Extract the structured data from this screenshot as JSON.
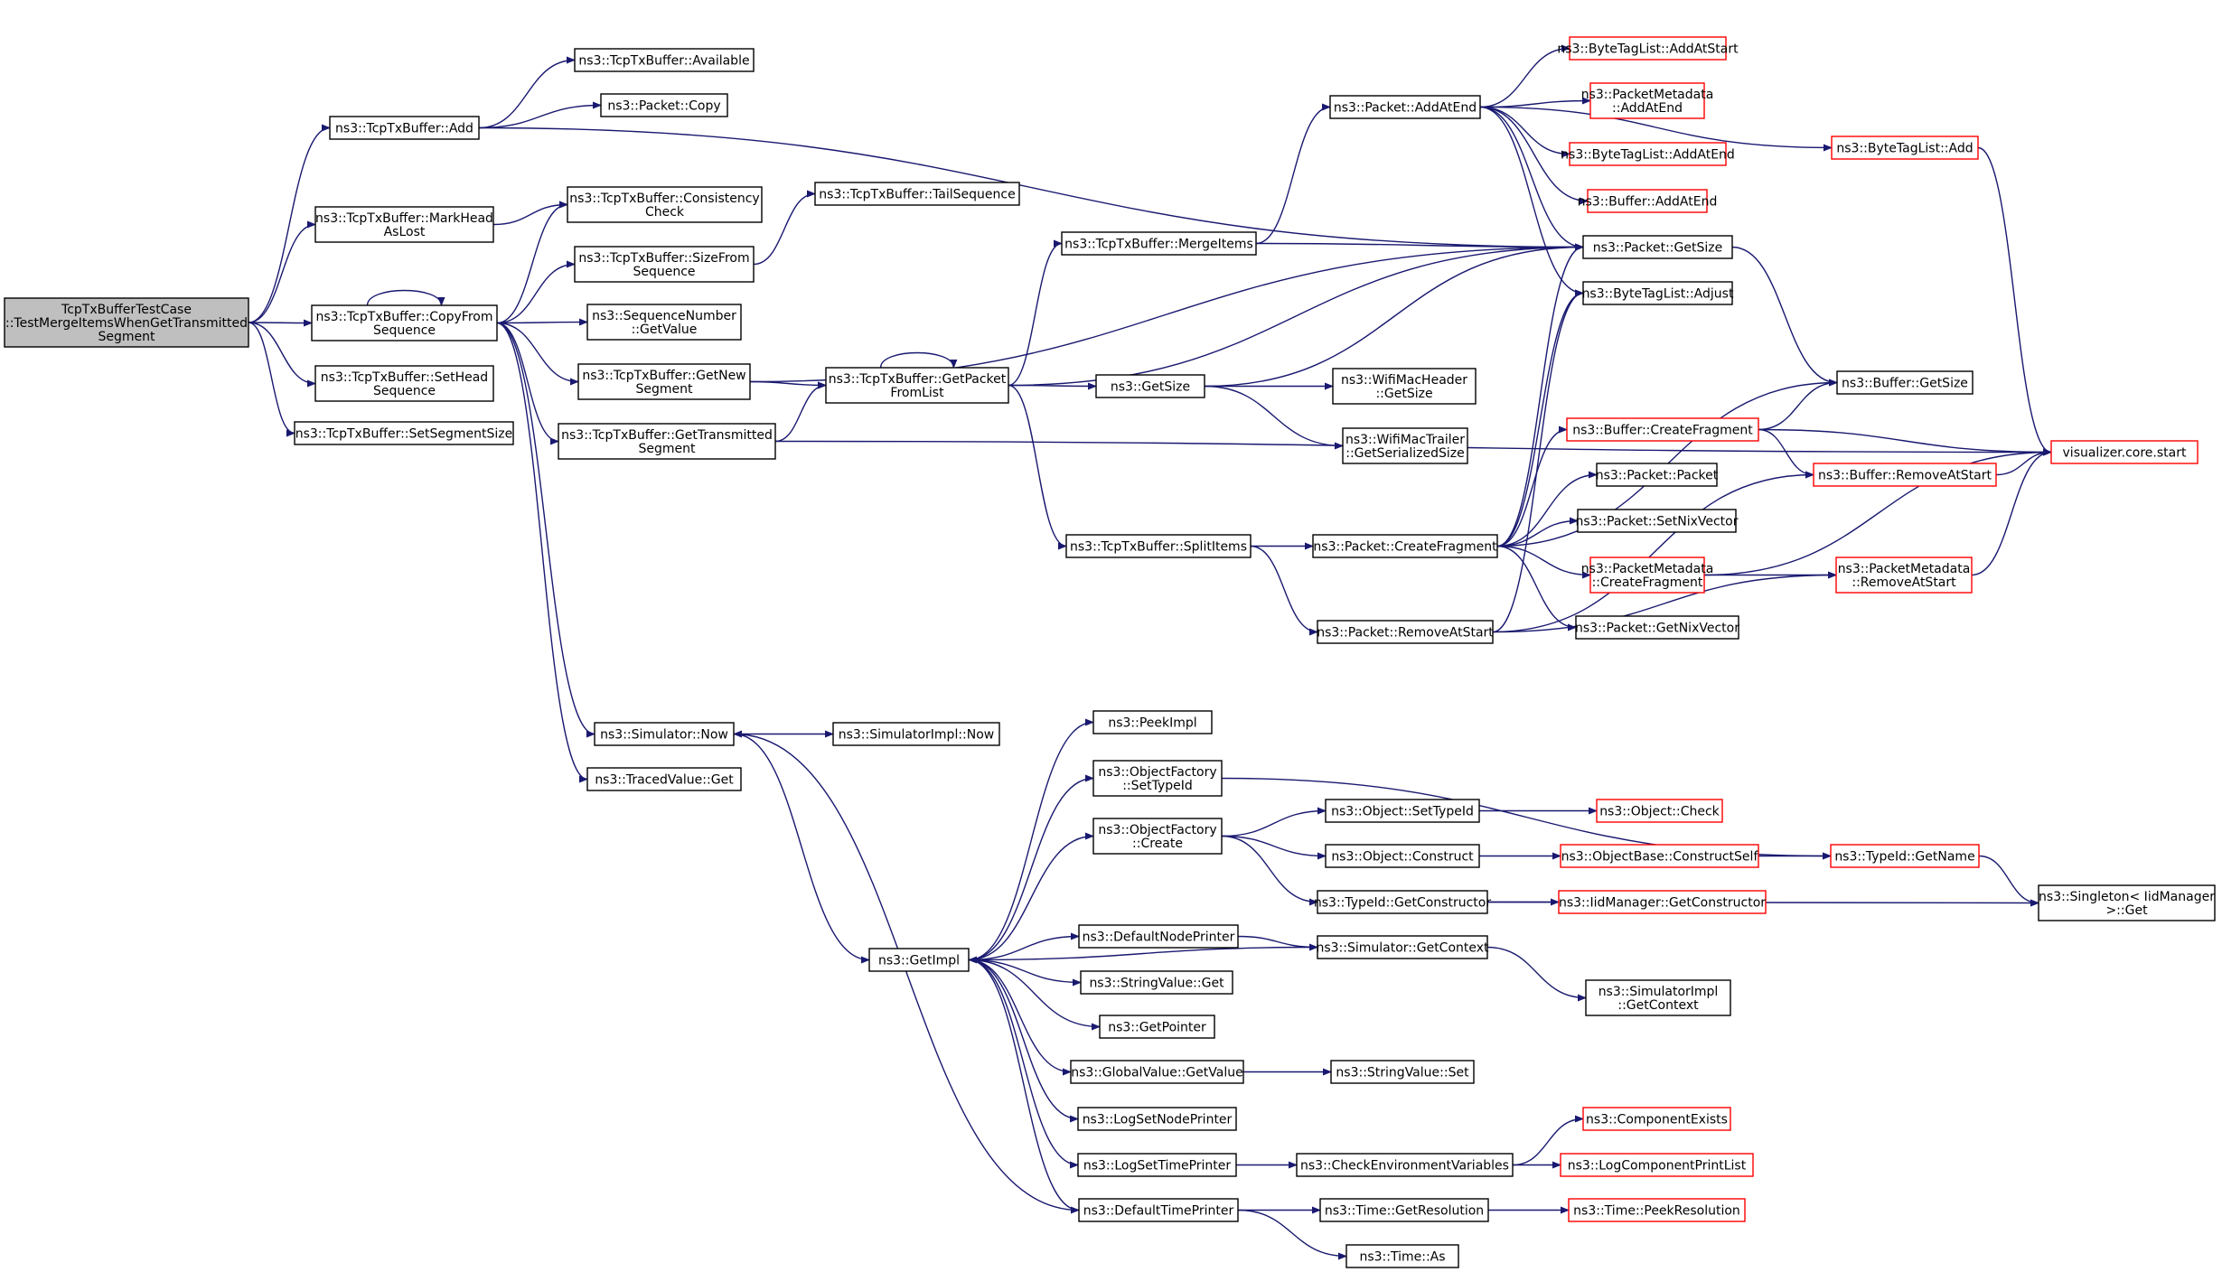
{
  "diagram": {
    "type": "call-graph",
    "colors": {
      "edge": "#191970",
      "truncated_border": "#ff0000",
      "root_fill": "#bfbfbf",
      "node_border": "#000000"
    },
    "nodes": [
      {
        "id": "root",
        "lines": [
          "TcpTxBufferTestCase",
          "::TestMergeItemsWhenGetTransmitted",
          "Segment"
        ],
        "style": "root"
      },
      {
        "id": "add",
        "lines": [
          "ns3::TcpTxBuffer::Add"
        ]
      },
      {
        "id": "markhead",
        "lines": [
          "ns3::TcpTxBuffer::MarkHead",
          "AsLost"
        ]
      },
      {
        "id": "copyfrom",
        "lines": [
          "ns3::TcpTxBuffer::CopyFrom",
          "Sequence"
        ]
      },
      {
        "id": "sethead",
        "lines": [
          "ns3::TcpTxBuffer::SetHead",
          "Sequence"
        ]
      },
      {
        "id": "setsegsize",
        "lines": [
          "ns3::TcpTxBuffer::SetSegmentSize"
        ]
      },
      {
        "id": "available",
        "lines": [
          "ns3::TcpTxBuffer::Available"
        ]
      },
      {
        "id": "pktcopy",
        "lines": [
          "ns3::Packet::Copy"
        ]
      },
      {
        "id": "consistency",
        "lines": [
          "ns3::TcpTxBuffer::Consistency",
          "Check"
        ]
      },
      {
        "id": "sizefrom",
        "lines": [
          "ns3::TcpTxBuffer::SizeFrom",
          "Sequence"
        ]
      },
      {
        "id": "seqget",
        "lines": [
          "ns3::SequenceNumber",
          "::GetValue"
        ]
      },
      {
        "id": "getnew",
        "lines": [
          "ns3::TcpTxBuffer::GetNew",
          "Segment"
        ]
      },
      {
        "id": "gettrans",
        "lines": [
          "ns3::TcpTxBuffer::GetTransmitted",
          "Segment"
        ]
      },
      {
        "id": "simnow",
        "lines": [
          "ns3::Simulator::Now"
        ]
      },
      {
        "id": "tracedget",
        "lines": [
          "ns3::TracedValue::Get"
        ]
      },
      {
        "id": "tailseq",
        "lines": [
          "ns3::TcpTxBuffer::TailSequence"
        ]
      },
      {
        "id": "getpacket",
        "lines": [
          "ns3::TcpTxBuffer::GetPacket",
          "FromList"
        ]
      },
      {
        "id": "mergeitems",
        "lines": [
          "ns3::TcpTxBuffer::MergeItems"
        ]
      },
      {
        "id": "getsize",
        "lines": [
          "ns3::GetSize"
        ]
      },
      {
        "id": "splititems",
        "lines": [
          "ns3::TcpTxBuffer::SplitItems"
        ]
      },
      {
        "id": "simimplnow",
        "lines": [
          "ns3::SimulatorImpl::Now"
        ]
      },
      {
        "id": "getimpl",
        "lines": [
          "ns3::GetImpl"
        ]
      },
      {
        "id": "pktaddatend",
        "lines": [
          "ns3::Packet::AddAtEnd"
        ]
      },
      {
        "id": "wifimacheader",
        "lines": [
          "ns3::WifiMacHeader",
          "::GetSize"
        ]
      },
      {
        "id": "wifimactrailer",
        "lines": [
          "ns3::WifiMacTrailer",
          "::GetSerializedSize"
        ]
      },
      {
        "id": "pktcreatefrag",
        "lines": [
          "ns3::Packet::CreateFragment"
        ]
      },
      {
        "id": "pktremoveatstart",
        "lines": [
          "ns3::Packet::RemoveAtStart"
        ]
      },
      {
        "id": "btlaatstart",
        "lines": [
          "ns3::ByteTagList::AddAtStart"
        ],
        "style": "red"
      },
      {
        "id": "pmaddatend",
        "lines": [
          "ns3::PacketMetadata",
          "::AddAtEnd"
        ],
        "style": "red"
      },
      {
        "id": "btladdatend",
        "lines": [
          "ns3::ByteTagList::AddAtEnd"
        ],
        "style": "red"
      },
      {
        "id": "bufaddatend",
        "lines": [
          "ns3::Buffer::AddAtEnd"
        ],
        "style": "red"
      },
      {
        "id": "pktgetsize",
        "lines": [
          "ns3::Packet::GetSize"
        ]
      },
      {
        "id": "btladjust",
        "lines": [
          "ns3::ByteTagList::Adjust"
        ]
      },
      {
        "id": "bufcreatefrag",
        "lines": [
          "ns3::Buffer::CreateFragment"
        ],
        "style": "red"
      },
      {
        "id": "pktpacket",
        "lines": [
          "ns3::Packet::Packet"
        ]
      },
      {
        "id": "pktsetnix",
        "lines": [
          "ns3::Packet::SetNixVector"
        ]
      },
      {
        "id": "pmcreatefrag",
        "lines": [
          "ns3::PacketMetadata",
          "::CreateFragment"
        ],
        "style": "red"
      },
      {
        "id": "pktgetnix",
        "lines": [
          "ns3::Packet::GetNixVector"
        ]
      },
      {
        "id": "btladd",
        "lines": [
          "ns3::ByteTagList::Add"
        ],
        "style": "red"
      },
      {
        "id": "bufgetsize",
        "lines": [
          "ns3::Buffer::GetSize"
        ]
      },
      {
        "id": "bufremoveatstart",
        "lines": [
          "ns3::Buffer::RemoveAtStart"
        ],
        "style": "red"
      },
      {
        "id": "pmremoveatstart",
        "lines": [
          "ns3::PacketMetadata",
          "::RemoveAtStart"
        ],
        "style": "red"
      },
      {
        "id": "vizstart",
        "lines": [
          "visualizer.core.start"
        ],
        "style": "red"
      },
      {
        "id": "peekimpl",
        "lines": [
          "ns3::PeekImpl"
        ]
      },
      {
        "id": "ofsettypeid",
        "lines": [
          "ns3::ObjectFactory",
          "::SetTypeId"
        ]
      },
      {
        "id": "ofcreate",
        "lines": [
          "ns3::ObjectFactory",
          "::Create"
        ]
      },
      {
        "id": "defnodeprinter",
        "lines": [
          "ns3::DefaultNodePrinter"
        ]
      },
      {
        "id": "strvalget",
        "lines": [
          "ns3::StringValue::Get"
        ]
      },
      {
        "id": "getpointer",
        "lines": [
          "ns3::GetPointer"
        ]
      },
      {
        "id": "gvgetvalue",
        "lines": [
          "ns3::GlobalValue::GetValue"
        ]
      },
      {
        "id": "logsetnode",
        "lines": [
          "ns3::LogSetNodePrinter"
        ]
      },
      {
        "id": "logsettime",
        "lines": [
          "ns3::LogSetTimePrinter"
        ]
      },
      {
        "id": "deftimeprinter",
        "lines": [
          "ns3::DefaultTimePrinter"
        ]
      },
      {
        "id": "objsettypeid",
        "lines": [
          "ns3::Object::SetTypeId"
        ]
      },
      {
        "id": "objconstruct",
        "lines": [
          "ns3::Object::Construct"
        ]
      },
      {
        "id": "typeidgetctor",
        "lines": [
          "ns3::TypeId::GetConstructor"
        ]
      },
      {
        "id": "simgetcontext",
        "lines": [
          "ns3::Simulator::GetContext"
        ]
      },
      {
        "id": "strvalset",
        "lines": [
          "ns3::StringValue::Set"
        ]
      },
      {
        "id": "checkenv",
        "lines": [
          "ns3::CheckEnvironmentVariables"
        ]
      },
      {
        "id": "timegetres",
        "lines": [
          "ns3::Time::GetResolution"
        ]
      },
      {
        "id": "timeas",
        "lines": [
          "ns3::Time::As"
        ]
      },
      {
        "id": "objcheck",
        "lines": [
          "ns3::Object::Check"
        ],
        "style": "red"
      },
      {
        "id": "objbasecs",
        "lines": [
          "ns3::ObjectBase::ConstructSelf"
        ],
        "style": "red"
      },
      {
        "id": "iidgetctor",
        "lines": [
          "ns3::IidManager::GetConstructor"
        ],
        "style": "red"
      },
      {
        "id": "simimplgetctx",
        "lines": [
          "ns3::SimulatorImpl",
          "::GetContext"
        ]
      },
      {
        "id": "compexists",
        "lines": [
          "ns3::ComponentExists"
        ],
        "style": "red"
      },
      {
        "id": "logcompprint",
        "lines": [
          "ns3::LogComponentPrintList"
        ],
        "style": "red"
      },
      {
        "id": "timepeekres",
        "lines": [
          "ns3::Time::PeekResolution"
        ],
        "style": "red"
      },
      {
        "id": "typeidgetname",
        "lines": [
          "ns3::TypeId::GetName"
        ],
        "style": "red"
      },
      {
        "id": "singletonget",
        "lines": [
          "ns3::Singleton< IidManager",
          ">::Get"
        ]
      }
    ],
    "edges": [
      [
        "root",
        "add"
      ],
      [
        "root",
        "markhead"
      ],
      [
        "root",
        "copyfrom"
      ],
      [
        "root",
        "sethead"
      ],
      [
        "root",
        "setsegsize"
      ],
      [
        "add",
        "available"
      ],
      [
        "add",
        "pktcopy"
      ],
      [
        "add",
        "pktgetsize"
      ],
      [
        "markhead",
        "consistency"
      ],
      [
        "copyfrom",
        "copyfrom"
      ],
      [
        "copyfrom",
        "consistency"
      ],
      [
        "copyfrom",
        "sizefrom"
      ],
      [
        "copyfrom",
        "seqget"
      ],
      [
        "copyfrom",
        "getnew"
      ],
      [
        "copyfrom",
        "gettrans"
      ],
      [
        "copyfrom",
        "simnow"
      ],
      [
        "copyfrom",
        "tracedget"
      ],
      [
        "sizefrom",
        "tailseq"
      ],
      [
        "getnew",
        "getpacket"
      ],
      [
        "getnew",
        "pktgetsize"
      ],
      [
        "gettrans",
        "getpacket"
      ],
      [
        "gettrans",
        "vizstart"
      ],
      [
        "getpacket",
        "getpacket"
      ],
      [
        "getpacket",
        "mergeitems"
      ],
      [
        "getpacket",
        "getsize"
      ],
      [
        "getpacket",
        "splititems"
      ],
      [
        "getpacket",
        "pktgetsize"
      ],
      [
        "mergeitems",
        "pktaddatend"
      ],
      [
        "mergeitems",
        "pktgetsize"
      ],
      [
        "getsize",
        "pktgetsize"
      ],
      [
        "getsize",
        "wifimacheader"
      ],
      [
        "getsize",
        "wifimactrailer"
      ],
      [
        "splititems",
        "pktcreatefrag"
      ],
      [
        "splititems",
        "pktremoveatstart"
      ],
      [
        "pktaddatend",
        "btladd"
      ],
      [
        "pktaddatend",
        "btlaatstart"
      ],
      [
        "pktaddatend",
        "pmaddatend"
      ],
      [
        "pktaddatend",
        "btladdatend"
      ],
      [
        "pktaddatend",
        "bufaddatend"
      ],
      [
        "pktaddatend",
        "pktgetsize"
      ],
      [
        "pktaddatend",
        "btladjust"
      ],
      [
        "pktgetsize",
        "bufgetsize"
      ],
      [
        "pktcreatefrag",
        "pktgetsize"
      ],
      [
        "pktcreatefrag",
        "btladjust"
      ],
      [
        "pktcreatefrag",
        "bufgetsize"
      ],
      [
        "pktcreatefrag",
        "bufcreatefrag"
      ],
      [
        "pktcreatefrag",
        "pktpacket"
      ],
      [
        "pktcreatefrag",
        "pktsetnix"
      ],
      [
        "pktcreatefrag",
        "pmcreatefrag"
      ],
      [
        "pktcreatefrag",
        "pktgetnix"
      ],
      [
        "pktremoveatstart",
        "btladjust"
      ],
      [
        "pktremoveatstart",
        "bufremoveatstart"
      ],
      [
        "pktremoveatstart",
        "pmremoveatstart"
      ],
      [
        "bufcreatefrag",
        "bufgetsize"
      ],
      [
        "bufcreatefrag",
        "bufremoveatstart"
      ],
      [
        "bufcreatefrag",
        "vizstart"
      ],
      [
        "bufremoveatstart",
        "vizstart"
      ],
      [
        "pmcreatefrag",
        "vizstart"
      ],
      [
        "pmcreatefrag",
        "pmremoveatstart"
      ],
      [
        "pmremoveatstart",
        "vizstart"
      ],
      [
        "btladd",
        "vizstart"
      ],
      [
        "simnow",
        "simimplnow"
      ],
      [
        "simnow",
        "getimpl"
      ],
      [
        "getimpl",
        "peekimpl"
      ],
      [
        "getimpl",
        "ofsettypeid"
      ],
      [
        "getimpl",
        "ofcreate"
      ],
      [
        "getimpl",
        "defnodeprinter"
      ],
      [
        "getimpl",
        "strvalget"
      ],
      [
        "getimpl",
        "getpointer"
      ],
      [
        "getimpl",
        "gvgetvalue"
      ],
      [
        "getimpl",
        "logsetnode"
      ],
      [
        "getimpl",
        "logsettime"
      ],
      [
        "getimpl",
        "deftimeprinter"
      ],
      [
        "ofsettypeid",
        "typeidgetname"
      ],
      [
        "ofcreate",
        "objsettypeid"
      ],
      [
        "ofcreate",
        "objconstruct"
      ],
      [
        "ofcreate",
        "typeidgetctor"
      ],
      [
        "objsettypeid",
        "objcheck"
      ],
      [
        "objconstruct",
        "objbasecs"
      ],
      [
        "objbasecs",
        "typeidgetname"
      ],
      [
        "typeidgetctor",
        "iidgetctor"
      ],
      [
        "typeidgetctor",
        "singletonget"
      ],
      [
        "typeidgetname",
        "singletonget"
      ],
      [
        "defnodeprinter",
        "simgetcontext"
      ],
      [
        "simgetcontext",
        "getimpl"
      ],
      [
        "simgetcontext",
        "simimplgetctx"
      ],
      [
        "gvgetvalue",
        "strvalset"
      ],
      [
        "logsettime",
        "checkenv"
      ],
      [
        "checkenv",
        "compexists"
      ],
      [
        "checkenv",
        "logcompprint"
      ],
      [
        "deftimeprinter",
        "simnow"
      ],
      [
        "deftimeprinter",
        "timegetres"
      ],
      [
        "deftimeprinter",
        "timeas"
      ],
      [
        "timegetres",
        "timepeekres"
      ]
    ]
  }
}
